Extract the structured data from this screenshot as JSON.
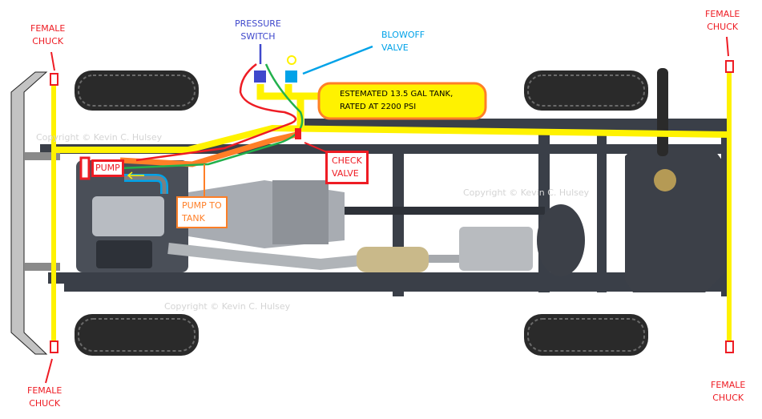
{
  "title": "Onboard air system layout on truck chassis",
  "colors": {
    "air_line": "#fff200",
    "chuck": "#ee1c24",
    "pressure_switch": "#3f48cc",
    "blowoff_valve": "#00a2e8",
    "tank_outline": "#ff7f27",
    "pump_to_tank_line": "#ff7f27",
    "wire_red": "#ee1c24",
    "wire_green": "#22b14c",
    "intake_line": "#00a2e8",
    "bumper": "#c3c3c3",
    "chassis": "#3a3f48"
  },
  "labels": {
    "chuck_front_left": "FEMALE\nCHUCK",
    "chuck_front_right": "FEMALE\nCHUCK",
    "chuck_rear_left": "FEMALE\nCHUCK",
    "chuck_rear_right": "FEMALE\nCHUCK",
    "pressure_switch": "PRESSURE\nSWITCH",
    "blowoff_valve": "BLOWOFF\nVALVE",
    "tank": "ESTEMATED 13.5 GAL TANK,\nRATED AT 2200 PSI",
    "pump": "PUMP",
    "pump_to_tank": "PUMP TO\nTANK",
    "check_valve": "CHECK\nVALVE"
  },
  "watermarks": [
    "Copyright © Kevin C. Hulsey",
    "Copyright © Kevin C. Hulsey",
    "Copyright © Kevin C. Hulsey"
  ]
}
